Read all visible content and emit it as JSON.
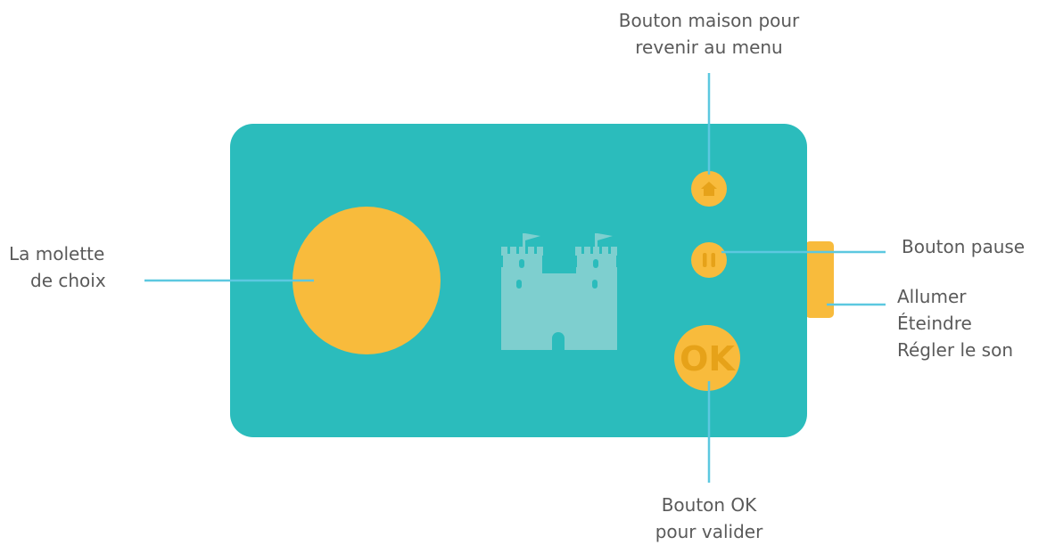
{
  "labels": {
    "home": [
      "Bouton maison pour",
      "revenir au menu"
    ],
    "dial": [
      "La molette",
      "de choix"
    ],
    "pause": [
      "Bouton pause"
    ],
    "power": [
      "Allumer",
      "Éteindre",
      "Régler le son"
    ],
    "ok": [
      "Bouton OK",
      "pour valider"
    ]
  },
  "ok_button_text": "OK",
  "icons": {
    "home": "home-icon",
    "pause": "pause-icon",
    "castle": "castle-icon"
  },
  "colors": {
    "device": "#2bbcbc",
    "controls": "#f8bb3c",
    "icon_mark": "#e6a219",
    "castle": "#7ecfcf",
    "leader_lines": "#5cc8e0",
    "text": "#5a5a5a"
  }
}
